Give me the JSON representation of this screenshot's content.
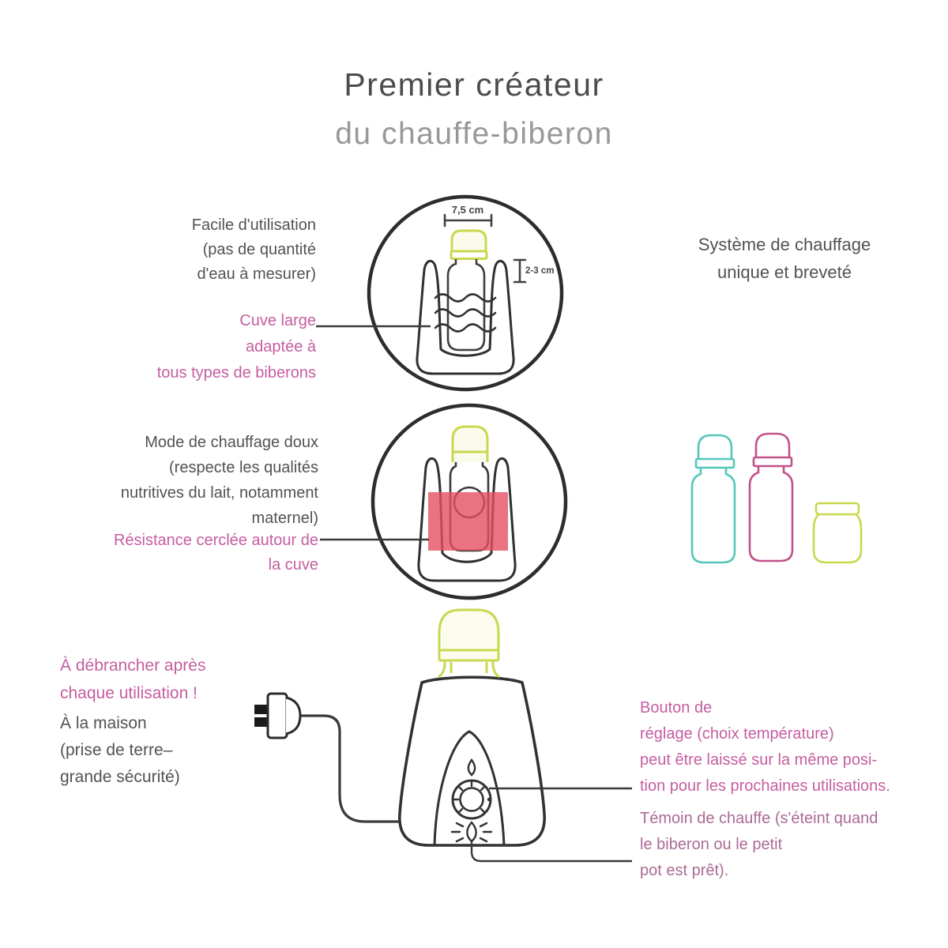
{
  "title": {
    "line1": "Premier créateur",
    "line2": "du chauffe-biberon"
  },
  "sections": {
    "top": {
      "feature": "Facile d'utilisation\n(pas de quantité\nd'eau à mesurer)",
      "highlight": "Cuve large\nadaptée à\ntous types de biberons",
      "right_note": "Système de chauffage\nunique et breveté",
      "measure_width": "7,5 cm",
      "measure_depth": "2-3 cm"
    },
    "middle": {
      "feature": "Mode de chauffage doux\n(respecte les qualités\nnutritives du lait, notamment\nmaternel)",
      "highlight": "Résistance cerclée autour de\nla cuve"
    },
    "bottom": {
      "warning": "À débrancher après\nchaque utilisation !",
      "home": "À la maison\n(prise de terre–\ngrande sécurité)",
      "dial_note": "Bouton de\nréglage (choix température)\npeut être laissé sur la même posi-\ntion pour les prochaines utilisations.",
      "indicator_note": "Témoin de chauffe (s'éteint quand\nle biberon ou le petit\npot est prêt)."
    }
  },
  "icons": {
    "top_circle": "baby-bottle-in-water-tub",
    "middle_circle": "heating-resistance-around-tub",
    "right_icons": [
      "tall-baby-bottle-teal",
      "tall-baby-bottle-pink",
      "baby-food-jar-green"
    ],
    "bottom": [
      "bottle-warmer-device",
      "power-plug",
      "temperature-dial",
      "heat-flame",
      "indicator-light"
    ]
  },
  "colors": {
    "pink_text": "#c55da0",
    "muted_pink_text": "#ab6a95",
    "dark_text": "#525255",
    "light_title": "#98989a",
    "outline_dark": "#303030",
    "bottle_green": "#c9d84f",
    "bottle_teal": "#55c7ba",
    "bottle_pink": "#c0528a",
    "heat_red": "#e65061"
  }
}
